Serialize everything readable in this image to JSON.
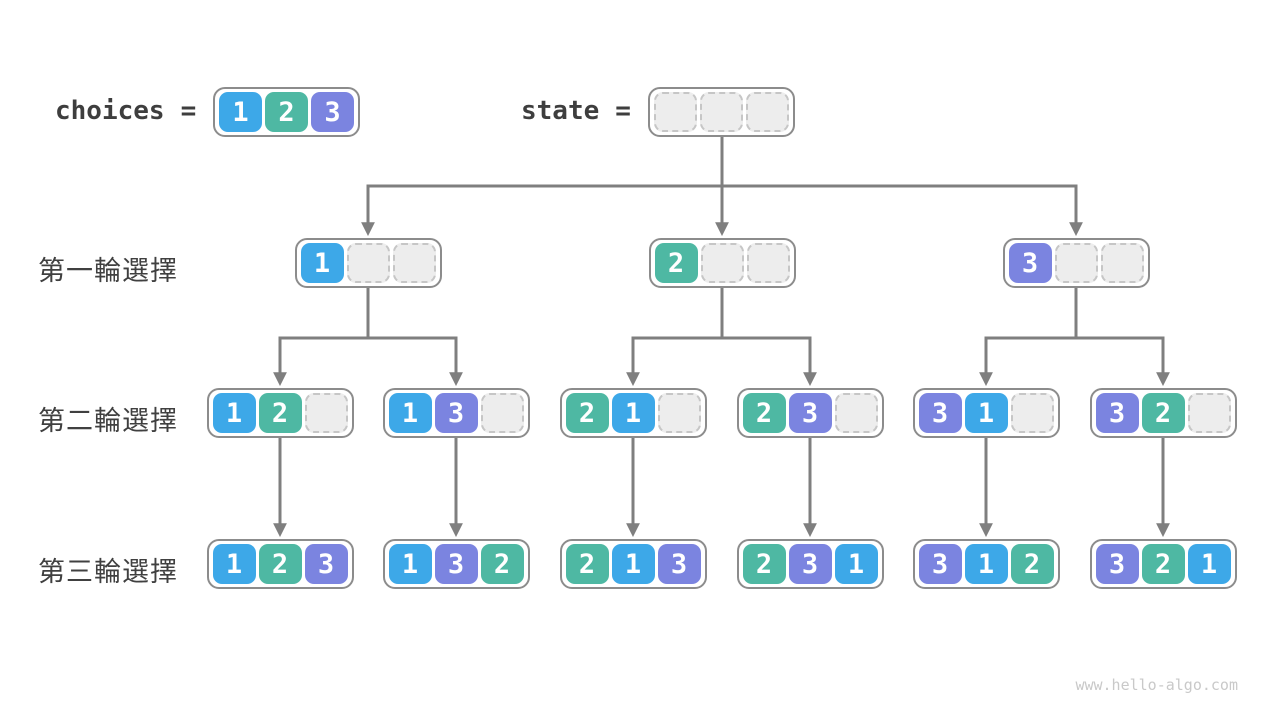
{
  "page": {
    "footer": "www.hello-algo.com",
    "background": "#ffffff"
  },
  "palette": {
    "value_1": "#3da8e8",
    "value_2": "#4eb8a3",
    "value_3": "#7b84e0",
    "empty_fill": "#ededed",
    "empty_border": "#c6c6c6",
    "box_border": "#8c8c8c",
    "edge": "#7f7f7f",
    "label_text": "#404040",
    "cell_text": "#ffffff",
    "footer_text": "#c9c9c9"
  },
  "header": {
    "choices": {
      "label": "choices",
      "equals": "=",
      "cells": [
        "1",
        "2",
        "3"
      ]
    },
    "state": {
      "label": "state",
      "equals": "=",
      "cells": [
        "",
        "",
        ""
      ]
    }
  },
  "rows": [
    {
      "label": "第一輪選擇",
      "boxes": [
        {
          "cells": [
            "1",
            "",
            ""
          ]
        },
        {
          "cells": [
            "2",
            "",
            ""
          ]
        },
        {
          "cells": [
            "3",
            "",
            ""
          ]
        }
      ]
    },
    {
      "label": "第二輪選擇",
      "boxes": [
        {
          "cells": [
            "1",
            "2",
            ""
          ]
        },
        {
          "cells": [
            "1",
            "3",
            ""
          ]
        },
        {
          "cells": [
            "2",
            "1",
            ""
          ]
        },
        {
          "cells": [
            "2",
            "3",
            ""
          ]
        },
        {
          "cells": [
            "3",
            "1",
            ""
          ]
        },
        {
          "cells": [
            "3",
            "2",
            ""
          ]
        }
      ]
    },
    {
      "label": "第三輪選擇",
      "boxes": [
        {
          "cells": [
            "1",
            "2",
            "3"
          ]
        },
        {
          "cells": [
            "1",
            "3",
            "2"
          ]
        },
        {
          "cells": [
            "2",
            "1",
            "3"
          ]
        },
        {
          "cells": [
            "2",
            "3",
            "1"
          ]
        },
        {
          "cells": [
            "3",
            "1",
            "2"
          ]
        },
        {
          "cells": [
            "3",
            "2",
            "1"
          ]
        }
      ]
    }
  ]
}
